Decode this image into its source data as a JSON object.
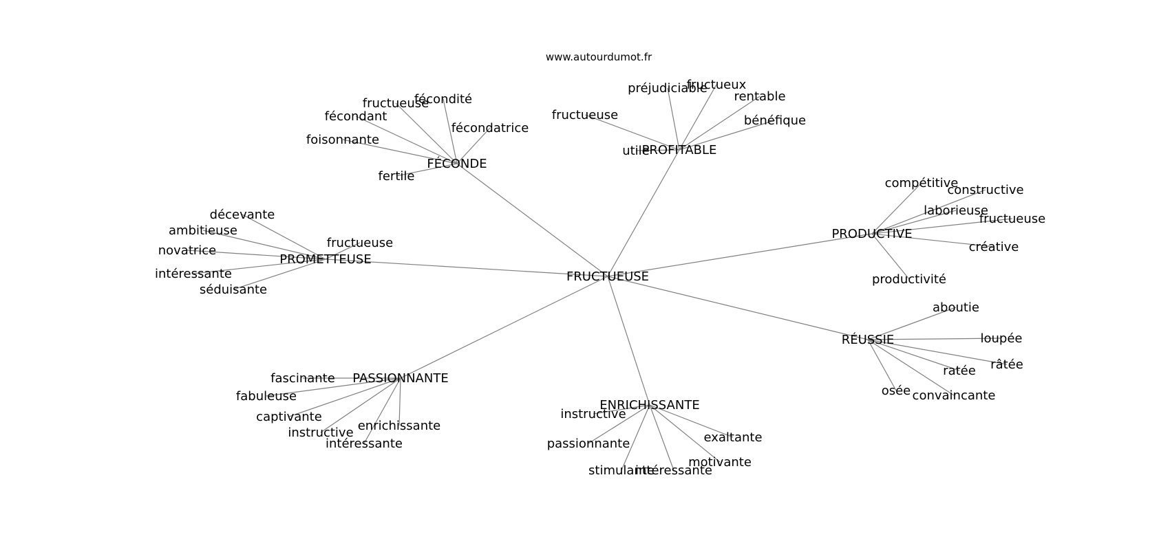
{
  "site": "www.autourdumot.fr",
  "colors": {
    "edge": "#808080",
    "text": "#000000",
    "background": "#ffffff"
  },
  "center": "FRUCTUEUSE",
  "nodes": [
    {
      "id": "n0",
      "label": "FRUCTUEUSE"
    },
    {
      "id": "n1",
      "label": "FÉCONDE"
    },
    {
      "id": "n2",
      "label": "PROFITABLE"
    },
    {
      "id": "n3",
      "label": "PRODUCTIVE"
    },
    {
      "id": "n4",
      "label": "PROMETTEUSE"
    },
    {
      "id": "n5",
      "label": "RÉUSSIE"
    },
    {
      "id": "n6",
      "label": "PASSIONNANTE"
    },
    {
      "id": "n7",
      "label": "ENRICHISSANTE"
    },
    {
      "id": "f1",
      "label": "fructueuse"
    },
    {
      "id": "f2",
      "label": "fécondité"
    },
    {
      "id": "f3",
      "label": "fécondant"
    },
    {
      "id": "f4",
      "label": "fécondatrice"
    },
    {
      "id": "f5",
      "label": "foisonnante"
    },
    {
      "id": "f6",
      "label": "fertile"
    },
    {
      "id": "p1",
      "label": "préjudiciable"
    },
    {
      "id": "p2",
      "label": "fructueux"
    },
    {
      "id": "p3",
      "label": "rentable"
    },
    {
      "id": "p4",
      "label": "fructueuse"
    },
    {
      "id": "p5",
      "label": "bénéfique"
    },
    {
      "id": "p6",
      "label": "utile"
    },
    {
      "id": "r1",
      "label": "compétitive"
    },
    {
      "id": "r2",
      "label": "constructive"
    },
    {
      "id": "r3",
      "label": "laborieuse"
    },
    {
      "id": "r4",
      "label": "fructueuse"
    },
    {
      "id": "r5",
      "label": "créative"
    },
    {
      "id": "r6",
      "label": "productivité"
    },
    {
      "id": "m1",
      "label": "décevante"
    },
    {
      "id": "m2",
      "label": "ambitieuse"
    },
    {
      "id": "m3",
      "label": "fructueuse"
    },
    {
      "id": "m4",
      "label": "novatrice"
    },
    {
      "id": "m5",
      "label": "intéressante"
    },
    {
      "id": "m6",
      "label": "séduisante"
    },
    {
      "id": "s1",
      "label": "aboutie"
    },
    {
      "id": "s2",
      "label": "loupée"
    },
    {
      "id": "s3",
      "label": "râtée"
    },
    {
      "id": "s4",
      "label": "ratée"
    },
    {
      "id": "s5",
      "label": "osée"
    },
    {
      "id": "s6",
      "label": "convaincante"
    },
    {
      "id": "a1",
      "label": "fascinante"
    },
    {
      "id": "a2",
      "label": "fabuleuse"
    },
    {
      "id": "a3",
      "label": "captivante"
    },
    {
      "id": "a4",
      "label": "instructive"
    },
    {
      "id": "a5",
      "label": "enrichissante"
    },
    {
      "id": "a6",
      "label": "intéressante"
    },
    {
      "id": "e1",
      "label": "instructive"
    },
    {
      "id": "e2",
      "label": "passionnante"
    },
    {
      "id": "e3",
      "label": "exaltante"
    },
    {
      "id": "e4",
      "label": "motivante"
    },
    {
      "id": "e5",
      "label": "stimulante"
    },
    {
      "id": "e6",
      "label": "intéressante"
    }
  ],
  "edges": [
    [
      "n0",
      "n1"
    ],
    [
      "n0",
      "n2"
    ],
    [
      "n0",
      "n3"
    ],
    [
      "n0",
      "n4"
    ],
    [
      "n0",
      "n5"
    ],
    [
      "n0",
      "n6"
    ],
    [
      "n0",
      "n7"
    ],
    [
      "n1",
      "f1"
    ],
    [
      "n1",
      "f2"
    ],
    [
      "n1",
      "f3"
    ],
    [
      "n1",
      "f4"
    ],
    [
      "n1",
      "f5"
    ],
    [
      "n1",
      "f6"
    ],
    [
      "n2",
      "p1"
    ],
    [
      "n2",
      "p2"
    ],
    [
      "n2",
      "p3"
    ],
    [
      "n2",
      "p4"
    ],
    [
      "n2",
      "p5"
    ],
    [
      "n2",
      "p6"
    ],
    [
      "n3",
      "r1"
    ],
    [
      "n3",
      "r2"
    ],
    [
      "n3",
      "r3"
    ],
    [
      "n3",
      "r4"
    ],
    [
      "n3",
      "r5"
    ],
    [
      "n3",
      "r6"
    ],
    [
      "n4",
      "m1"
    ],
    [
      "n4",
      "m2"
    ],
    [
      "n4",
      "m3"
    ],
    [
      "n4",
      "m4"
    ],
    [
      "n4",
      "m5"
    ],
    [
      "n4",
      "m6"
    ],
    [
      "n5",
      "s1"
    ],
    [
      "n5",
      "s2"
    ],
    [
      "n5",
      "s3"
    ],
    [
      "n5",
      "s4"
    ],
    [
      "n5",
      "s5"
    ],
    [
      "n5",
      "s6"
    ],
    [
      "n6",
      "a1"
    ],
    [
      "n6",
      "a2"
    ],
    [
      "n6",
      "a3"
    ],
    [
      "n6",
      "a4"
    ],
    [
      "n6",
      "a5"
    ],
    [
      "n6",
      "a6"
    ],
    [
      "n7",
      "e1"
    ],
    [
      "n7",
      "e2"
    ],
    [
      "n7",
      "e3"
    ],
    [
      "n7",
      "e4"
    ],
    [
      "n7",
      "e5"
    ],
    [
      "n7",
      "e6"
    ]
  ]
}
